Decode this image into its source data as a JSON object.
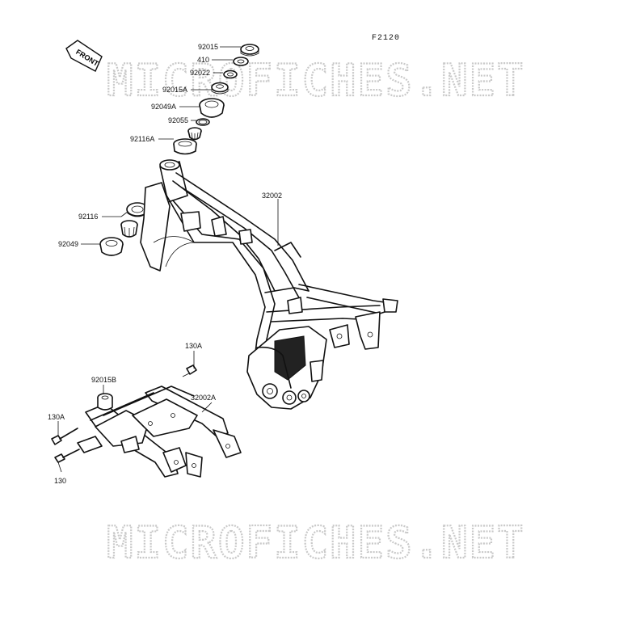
{
  "diagram_code": "F2120",
  "watermark": "MICROFICHES.NET",
  "front_tag": "FRONT",
  "labels": {
    "l92015": "92015",
    "l410": "410",
    "l92022": "92022",
    "l92015A": "92015A",
    "l92049A": "92049A",
    "l92055": "92055",
    "l92116A": "92116A",
    "l92116": "92116",
    "l92049": "92049",
    "l32002": "32002",
    "l130A_top": "130A",
    "l92015B": "92015B",
    "l32002A": "32002A",
    "l130A_left": "130A",
    "l130": "130"
  }
}
